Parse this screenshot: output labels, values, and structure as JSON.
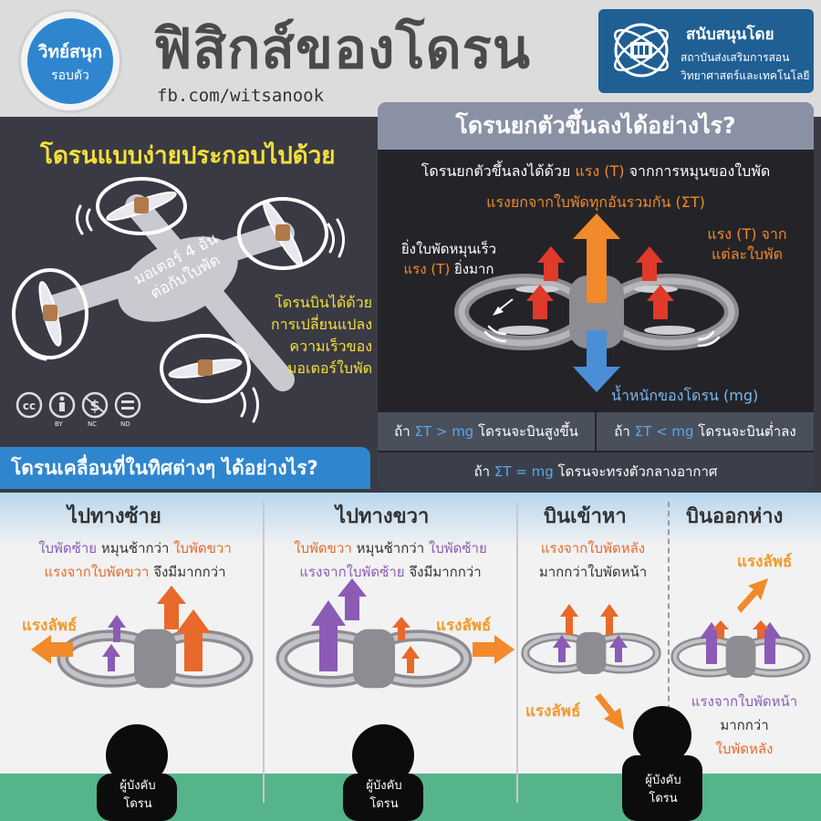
{
  "header": {
    "logo_line1": "วิทย์สนุก",
    "logo_line2": "รอบตัว",
    "title": "ฟิสิกส์ของโดรน",
    "fb": "fb.com/witsanook",
    "sponsor_title": "สนับสนุนโดย",
    "sponsor_line1": "สถาบันส่งเสริมการสอน",
    "sponsor_line2": "วิทยาศาสตร์และเทคโนโลยี"
  },
  "simple_drone": {
    "title": "โดรนแบบง่ายประกอบไปด้วย",
    "motor_line1": "มอเตอร์ 4 อัน",
    "motor_line2": "ต่อกับใบพัด",
    "desc_lines": [
      "โดรนบินได้ด้วย",
      "การเปลี่ยนแปลง",
      "ความเร็วของ",
      "มอเตอร์ใบพัด"
    ],
    "license": [
      "BY",
      "NC",
      "ND"
    ]
  },
  "lift": {
    "title": "โดรนยกตัวขึ้นลงได้อย่างไร?",
    "desc_pre": "โดรนยกตัวขึ้นลงได้ด้วย",
    "desc_force": "แรง (T)",
    "desc_post": "จากการหมุนของใบพัด",
    "sum_label": "แรงยกจากใบพัดทุกอันรวมกัน (ΣT)",
    "left_line1": "ยิ่งใบพัดหมุนเร็ว",
    "left_line2a": "แรง (T)",
    "left_line2b": "ยิ่งมาก",
    "right_line1": "แรง (T) จาก",
    "right_line2": "แต่ละใบพัด",
    "weight": "น้ำหนักของโดรน (mg)",
    "cond_up_pre": "ถ้า",
    "cond_up_sym": "ΣT > mg",
    "cond_up_post": "โดรนจะบินสูงขึ้น",
    "cond_down_pre": "ถ้า",
    "cond_down_sym": "ΣT < mg",
    "cond_down_post": "โดรนจะบินต่ำลง",
    "cond_eq_pre": "ถ้า",
    "cond_eq_sym": "ΣT = mg",
    "cond_eq_post": "โดรนจะทรงตัวกลางอากาศ"
  },
  "move": {
    "title": "โดรนเคลื่อนที่ในทิศต่างๆ ได้อย่างไร?",
    "resultant": "แรงลัพธ์",
    "pilot_line1": "ผู้บังคับ",
    "pilot_line2": "โดรน",
    "left": {
      "head": "ไปทางซ้าย",
      "l1a": "ใบพัดซ้าย",
      "l1b": "หมุนช้ากว่า",
      "l1c": "ใบพัดขวา",
      "l2a": "แรงจากใบพัดขวา",
      "l2b": "จึงมีมากกว่า"
    },
    "right": {
      "head": "ไปทางขวา",
      "l1a": "ใบพัดขวา",
      "l1b": "หมุนช้ากว่า",
      "l1c": "ใบพัดซ้าย",
      "l2a": "แรงจากใบพัดซ้าย",
      "l2b": "จึงมีมากกว่า"
    },
    "toward": {
      "head": "บินเข้าหา",
      "l1": "แรงจากใบพัดหลัง",
      "l2": "มากกว่าใบพัดหน้า"
    },
    "away": {
      "head": "บินออกห่าง",
      "l1": "แรงจากใบพัดหน้า",
      "l2": "มากกว่า",
      "l3": "ใบพัดหลัง"
    }
  },
  "colors": {
    "orange": "#f2892a",
    "red": "#e03a2a",
    "purple": "#8b5bb5",
    "blue": "#2f86cf",
    "yellow": "#f3e03a",
    "green": "#55b48a"
  }
}
